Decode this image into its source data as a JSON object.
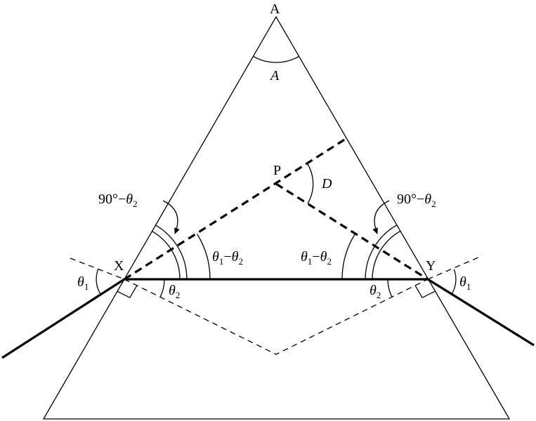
{
  "labels": {
    "apex": "A",
    "apex_angle": "A",
    "point_p": "P",
    "deviation": "D",
    "point_x": "X",
    "point_y": "Y",
    "theta": "θ",
    "sub1": "1",
    "sub2": "2",
    "ninety": "90°−",
    "minus": "−"
  }
}
